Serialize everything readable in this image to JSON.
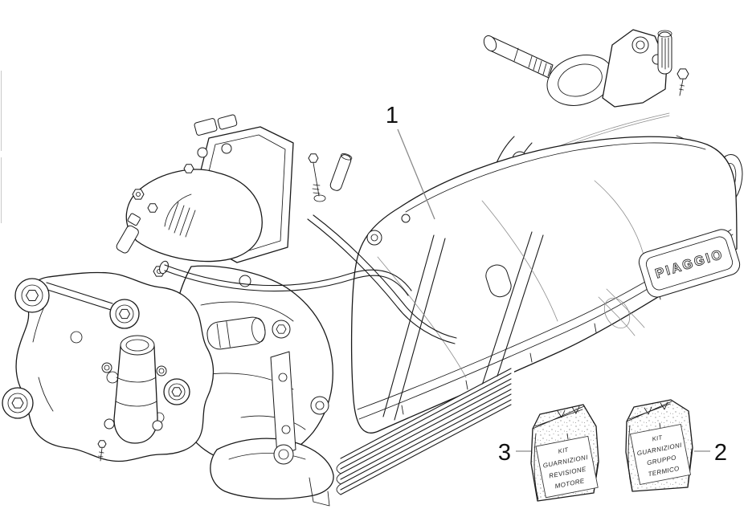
{
  "page": {
    "background": "#ffffff"
  },
  "illustration": {
    "badge_text": "PIAGGIO",
    "line_color": "#1a1a1a",
    "leader_color": "#8a8a8a",
    "callout_color": "#111111"
  },
  "callouts": [
    {
      "label": "1"
    },
    {
      "label": "2"
    },
    {
      "label": "3"
    }
  ],
  "packages": [
    {
      "callout": "3",
      "lines": [
        "KIT",
        "GUARNIZIONI",
        "REVISIONE",
        "MOTORE"
      ]
    },
    {
      "callout": "2",
      "lines": [
        "KIT",
        "GUARNIZIONI",
        "GRUPPO",
        "TERMICO"
      ]
    }
  ]
}
